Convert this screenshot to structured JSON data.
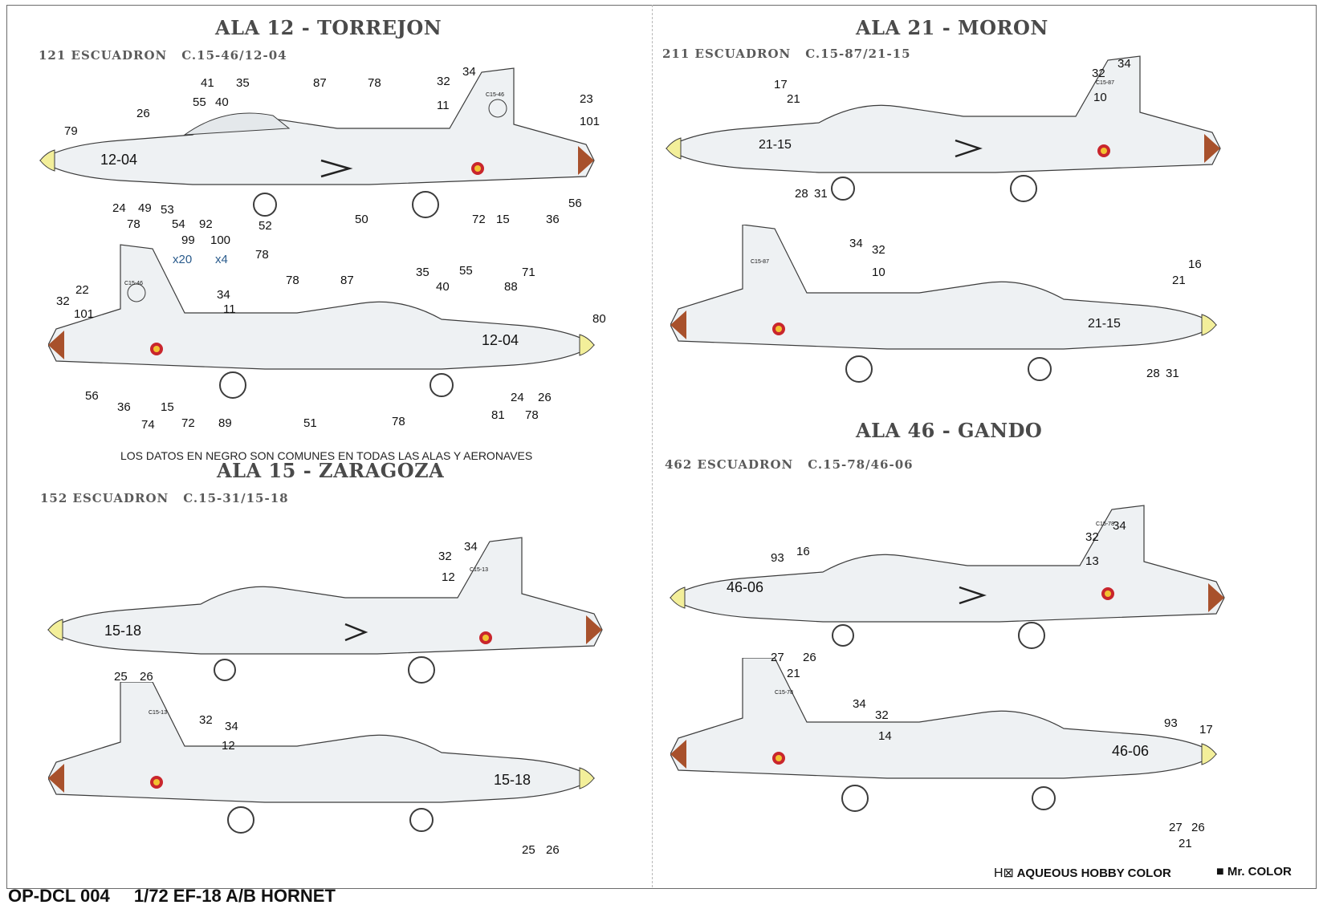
{
  "sheet": {
    "product_code": "OP-DCL 004",
    "product_title": "1/72 EF-18 A/B HORNET",
    "note": "LOS DATOS EN NEGRO SON COMUNES EN TODAS LAS ALAS Y AERONAVES",
    "legend": {
      "aqueous_symbol": "H⊠",
      "aqueous_label": "AQUEOUS HOBBY COLOR",
      "mr_symbol": "■",
      "mr_label": "Mr. COLOR"
    }
  },
  "sections": [
    {
      "id": "ala12",
      "title": "ALA 12 - TORREJON",
      "squadron": "121 ESCUADRON",
      "serial": "C.15-46/12-04",
      "code": "12-04",
      "fin_code": "C15-46"
    },
    {
      "id": "ala21",
      "title": "ALA 21 - MORON",
      "squadron": "211 ESCUADRON",
      "serial": "C.15-87/21-15",
      "code": "21-15",
      "fin_code": "C15-87"
    },
    {
      "id": "ala15",
      "title": "ALA 15 - ZARAGOZA",
      "squadron": "152 ESCUADRON",
      "serial": "C.15-31/15-18",
      "code": "15-18",
      "fin_code": "C15-13"
    },
    {
      "id": "ala46",
      "title": "ALA 46 - GANDO",
      "squadron": "462 ESCUADRON",
      "serial": "C.15-78/46-06",
      "code": "46-06",
      "fin_code": "C15-78"
    }
  ],
  "extras": {
    "x20": "x20",
    "x4": "x4"
  },
  "callouts": {
    "ala12_left": [
      "79",
      "26",
      "41",
      "55",
      "40",
      "35",
      "87",
      "78",
      "34",
      "32",
      "11",
      "23",
      "101",
      "24",
      "49",
      "78",
      "53",
      "54",
      "99",
      "92",
      "100",
      "52",
      "78",
      "50",
      "72",
      "15",
      "36",
      "56"
    ],
    "ala12_right": [
      "22",
      "32",
      "101",
      "78",
      "87",
      "35",
      "40",
      "55",
      "88",
      "71",
      "80",
      "34",
      "11",
      "56",
      "36",
      "15",
      "74",
      "72",
      "89",
      "51",
      "78",
      "81",
      "24",
      "78",
      "26"
    ],
    "ala21_left": [
      "17",
      "21",
      "34",
      "32",
      "10",
      "28",
      "31"
    ],
    "ala21_right": [
      "34",
      "32",
      "10",
      "16",
      "21",
      "28",
      "31"
    ],
    "ala15_left": [
      "34",
      "32",
      "12",
      "25",
      "26"
    ],
    "ala15_right": [
      "32",
      "34",
      "12",
      "25",
      "26"
    ],
    "ala46_left": [
      "93",
      "16",
      "34",
      "32",
      "13",
      "27",
      "21",
      "26"
    ],
    "ala46_right": [
      "34",
      "32",
      "14",
      "93",
      "17",
      "27",
      "21",
      "26"
    ]
  },
  "colors": {
    "aircraft": "#eef1f3",
    "outline": "#3c3c3c",
    "roundel_outer": "#c9262c",
    "roundel_inner": "#f2c230",
    "nose": "#f3ef9a",
    "exhaust": "#a8512c"
  }
}
